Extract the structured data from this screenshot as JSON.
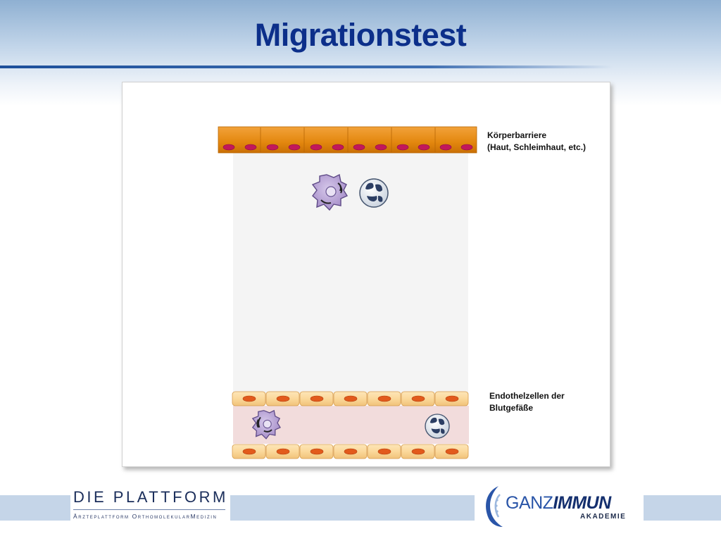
{
  "slide": {
    "title": "Migrationstest"
  },
  "diagram": {
    "labels": {
      "barrier_line1": "Körperbarriere",
      "barrier_line2": "(Haut, Schleimhaut, etc.)",
      "endothel_line1": "Endothelzellen der",
      "endothel_line2": "Blutgefäße"
    },
    "colors": {
      "barrier": "#e3870e",
      "barrier_nucleus": "#c2185b",
      "tissue": "#f4f4f4",
      "endothel_cell": "#fbd89a",
      "endothel_nucleus": "#e25a1c",
      "vessel_lumen": "#f2dcdc",
      "macrophage": "#b8a4d4",
      "neutrophil_nucleus": "#2c3e63"
    }
  },
  "footer": {
    "left_logo_title": "DIE PLATTFORM",
    "left_logo_sub": "Ärzteplattform OrthomolekularMedizin",
    "right_logo_ganz": "GANZ",
    "right_logo_immun": "IMMUN",
    "right_logo_sub": "AKADEMIE"
  }
}
